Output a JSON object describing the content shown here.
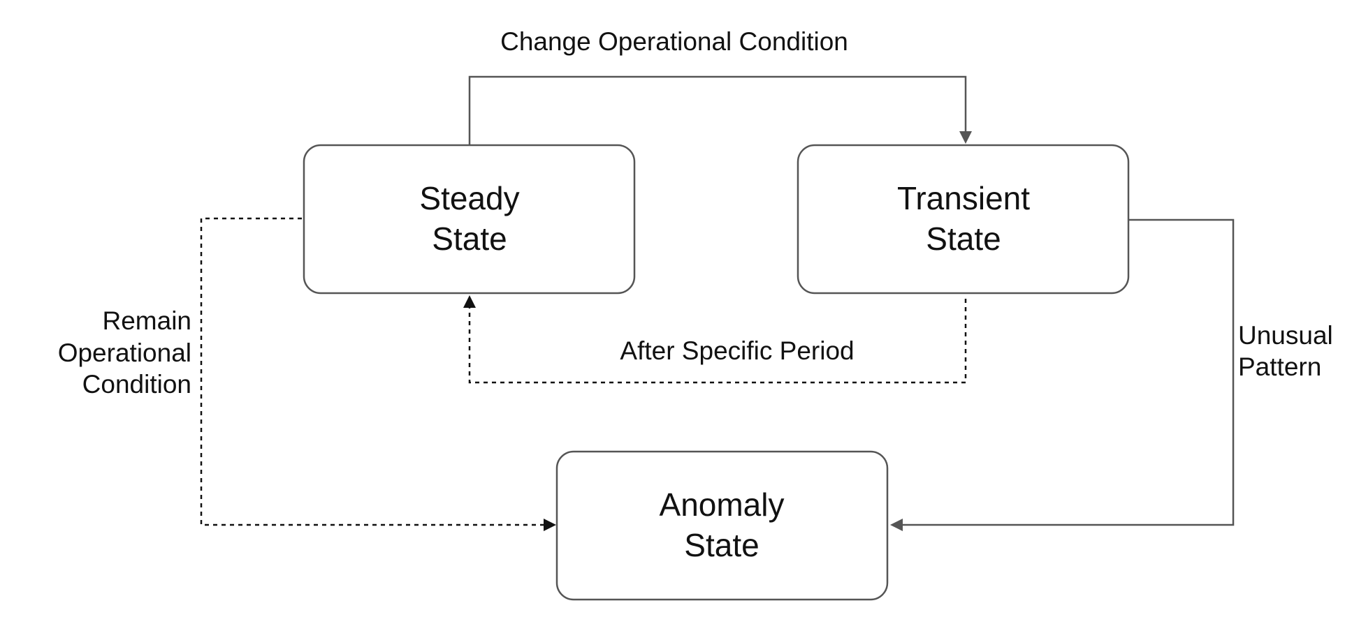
{
  "nodes": {
    "steady": {
      "line1": "Steady",
      "line2": "State"
    },
    "transient": {
      "line1": "Transient",
      "line2": "State"
    },
    "anomaly": {
      "line1": "Anomaly",
      "line2": "State"
    }
  },
  "edges": {
    "change_condition": {
      "label": "Change Operational Condition",
      "style": "solid"
    },
    "after_period": {
      "label": "After Specific Period",
      "style": "dashed"
    },
    "remain_condition": {
      "line1": "Remain",
      "line2": "Operational",
      "line3": "Condition",
      "style": "dashed"
    },
    "unusual_pattern": {
      "line1": "Unusual",
      "line2": "Pattern",
      "style": "solid"
    }
  },
  "colors": {
    "box_stroke": "#555555",
    "solid_edge": "#555555",
    "dashed_edge": "#111111",
    "text": "#111111"
  }
}
